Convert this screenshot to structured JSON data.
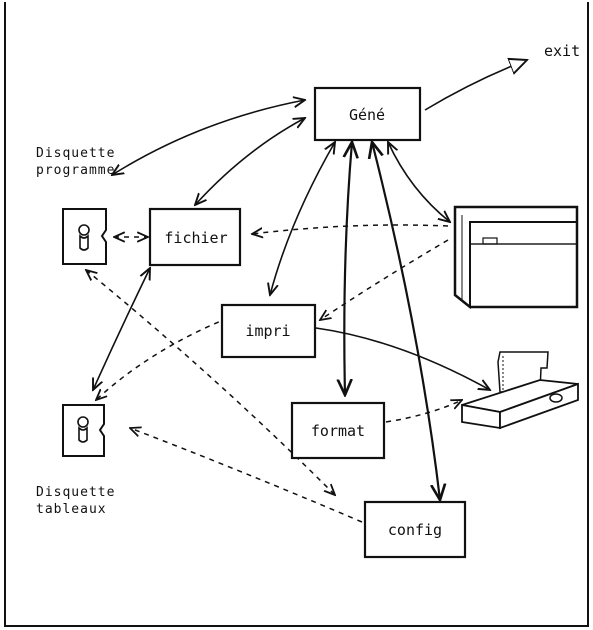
{
  "modules": {
    "gene": "Géné",
    "fichier": "fichier",
    "impri": "impri",
    "format": "format",
    "config": "config",
    "exit": "exit"
  },
  "disks": {
    "programme_line1": "Disquette",
    "programme_line2": "programme",
    "tableaux_line1": "Disquette",
    "tableaux_line2": "tableaux"
  },
  "icons": [
    "floppy-disk-icon",
    "terminal-screen-icon",
    "printer-icon"
  ]
}
